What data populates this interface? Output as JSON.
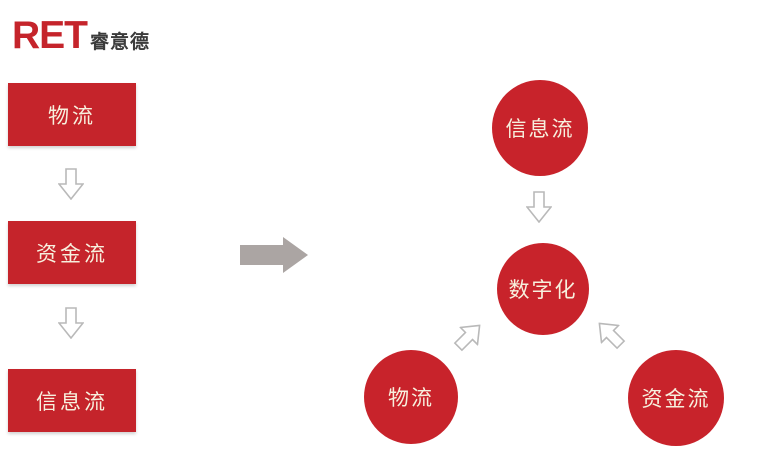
{
  "logo": {
    "brand": "RET",
    "brand_cn": "睿意德"
  },
  "left_flow": {
    "items": [
      {
        "label": "物流"
      },
      {
        "label": "资金流"
      },
      {
        "label": "信息流"
      }
    ]
  },
  "right_cluster": {
    "top_circle": "信息流",
    "center_circle": "数字化",
    "bottom_left_circle": "物流",
    "bottom_right_circle": "资金流"
  },
  "icons": {
    "down_arrow": "hollow-down-arrow",
    "transform_arrow": "solid-right-arrow",
    "diag_up_right_arrow": "hollow-up-right-arrow",
    "diag_up_left_arrow": "hollow-up-left-arrow"
  },
  "colors": {
    "brand_red": "#C5242B",
    "box_red": "#C5242B",
    "circle_red": "#C8232B",
    "shape_text": "#F7F0DE",
    "logo_cn": "#3B3B3B",
    "solid_arrow": "#ABA5A3",
    "outline_arrow_stroke": "#B9B9B9"
  }
}
